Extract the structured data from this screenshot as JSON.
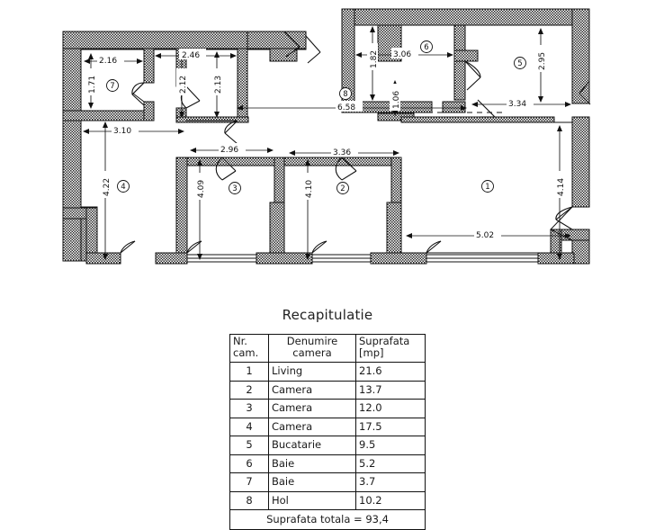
{
  "floor_plan": {
    "rooms": [
      {
        "id": "1",
        "marker": "①",
        "name": "Living",
        "width": "5.02",
        "height": "4.14"
      },
      {
        "id": "2",
        "marker": "②",
        "name": "Camera",
        "width": "3.36",
        "height": "4.10"
      },
      {
        "id": "3",
        "marker": "③",
        "name": "Camera",
        "width": "2.96",
        "height": "4.09"
      },
      {
        "id": "4",
        "marker": "④",
        "name": "Camera",
        "width": "3.10",
        "height": "4.22"
      },
      {
        "id": "5",
        "marker": "⑤",
        "name": "Bucatarie",
        "width": "3.34",
        "height": "2.95"
      },
      {
        "id": "6",
        "marker": "⑥",
        "name": "Baie",
        "width": "3.06",
        "height": "1.82"
      },
      {
        "id": "7",
        "marker": "⑦",
        "name": "Baie",
        "width": "2.16",
        "height": "1.71"
      },
      {
        "id": "8",
        "marker": "⑧",
        "name": "Hol",
        "width": "6.58",
        "height": "2.13"
      }
    ],
    "dimension_labels": {
      "d_216": "2.16",
      "d_171": "1.71",
      "d_246": "2.46",
      "d_212": "2.12",
      "d_213": "2.13",
      "d_310": "3.10",
      "d_422": "4.22",
      "d_296": "2.96",
      "d_409": "4.09",
      "d_336": "3.36",
      "d_410": "4.10",
      "d_502": "5.02",
      "d_414": "4.14",
      "d_658": "6.58",
      "d_106": "1.06",
      "d_182": "1.82",
      "d_306": "3.06",
      "d_334": "3.34",
      "d_295": "2.95"
    }
  },
  "recap": {
    "title": "Recapitulatie",
    "headers": {
      "nr_line1": "Nr.",
      "nr_line2": "cam.",
      "den_line1": "Denumire",
      "den_line2": "camera",
      "sup_line1": "Suprafata",
      "sup_line2": "[mp]"
    },
    "rows": [
      {
        "nr": "1",
        "name": "Living",
        "area": "21.6"
      },
      {
        "nr": "2",
        "name": "Camera",
        "area": "13.7"
      },
      {
        "nr": "3",
        "name": "Camera",
        "area": "12.0"
      },
      {
        "nr": "4",
        "name": "Camera",
        "area": "17.5"
      },
      {
        "nr": "5",
        "name": "Bucatarie",
        "area": "9.5"
      },
      {
        "nr": "6",
        "name": "Baie",
        "area": "5.2"
      },
      {
        "nr": "7",
        "name": "Baie",
        "area": "3.7"
      },
      {
        "nr": "8",
        "name": "Hol",
        "area": "10.2"
      }
    ],
    "total": "Suprafata totala = 93,4"
  },
  "colors": {
    "line": "#111111",
    "wall_fill": "#8a8a8a",
    "background": "#ffffff"
  }
}
